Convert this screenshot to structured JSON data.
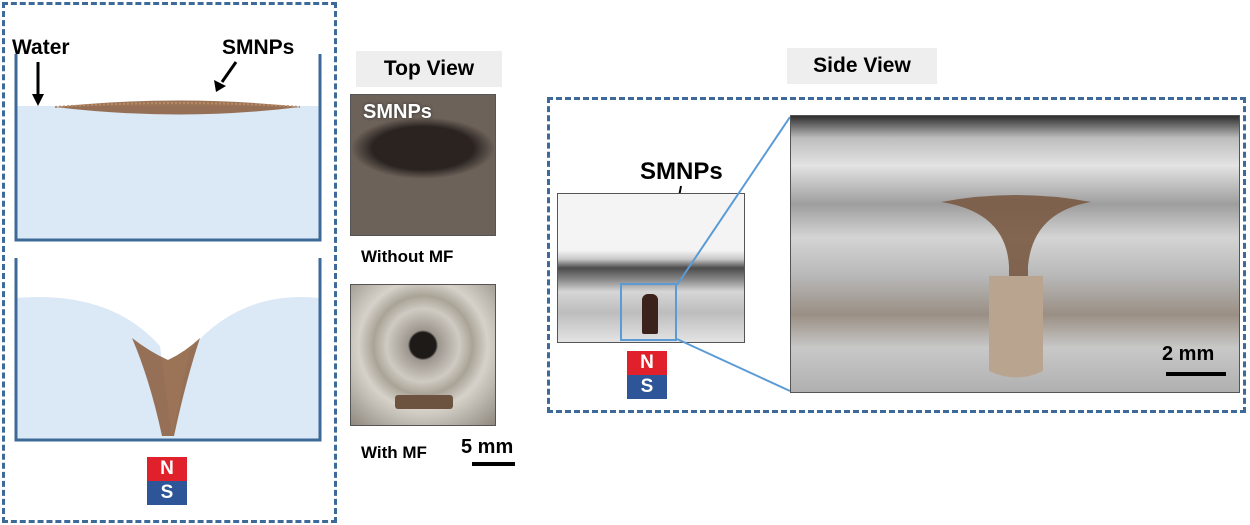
{
  "panel_a": {
    "water_label": "Water",
    "particles_label": "SMNPs",
    "magnet": {
      "north": "N",
      "south": "S",
      "north_color": "#e0202a",
      "south_color": "#2e5597"
    }
  },
  "panel_b": {
    "heading": "Top View",
    "photo1_overlay": "SMNPs",
    "caption1": "Without MF",
    "caption2": "With MF",
    "scale_bar": "5 mm"
  },
  "panel_c": {
    "heading": "Side View",
    "particles_label": "SMNPs",
    "magnet": {
      "north": "N",
      "south": "S"
    },
    "scale_bar": "2 mm"
  },
  "colors": {
    "frame": "#3d6a99",
    "water": "#dbe8f6",
    "particles": "#8a5a3a",
    "zoom_line": "#5b9bd5"
  }
}
